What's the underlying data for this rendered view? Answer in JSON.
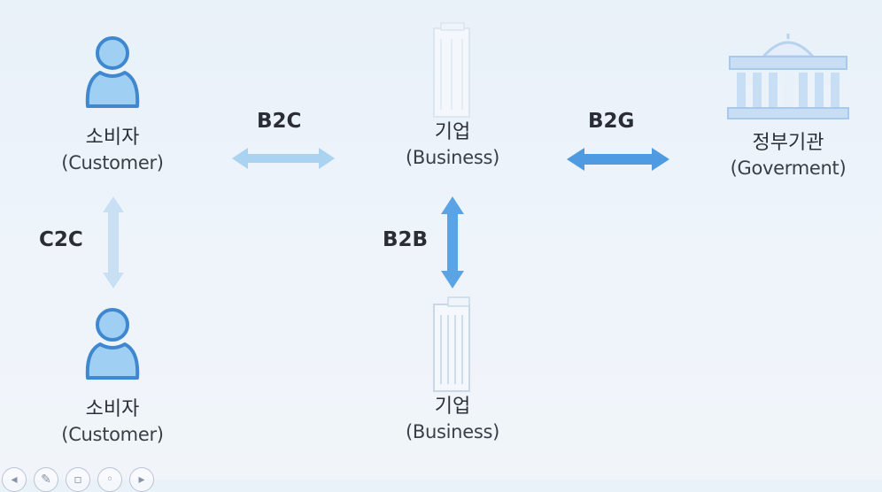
{
  "nodes": {
    "consumer_top": {
      "label_ko": "소비자",
      "label_en": "(Customer)"
    },
    "consumer_bottom": {
      "label_ko": "소비자",
      "label_en": "(Customer)"
    },
    "business_top": {
      "label_ko": "기업",
      "label_en": "(Business)"
    },
    "business_bottom": {
      "label_ko": "기업",
      "label_en": "(Business)"
    },
    "government": {
      "label_ko": "정부기관",
      "label_en": "(Goverment)"
    }
  },
  "edges": {
    "b2c": {
      "label": "B2C",
      "color": "#a9d3f1"
    },
    "b2g": {
      "label": "B2G",
      "color": "#4f9be2"
    },
    "b2b": {
      "label": "B2B",
      "color": "#5aa3e4"
    },
    "c2c": {
      "label": "C2C",
      "color": "#c9e0f4"
    }
  },
  "toolbar": {
    "buttons": [
      "pointer-icon",
      "pen-icon",
      "eraser-icon",
      "highlighter-icon",
      "menu-icon"
    ]
  }
}
